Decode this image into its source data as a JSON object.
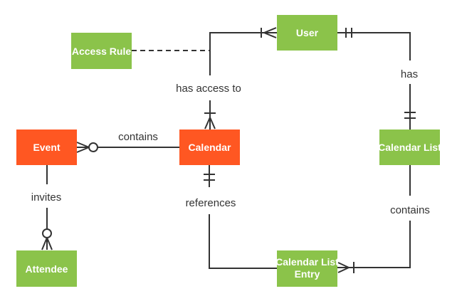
{
  "colors": {
    "entity_orange": "#FF5722",
    "entity_green": "#8BC34A",
    "line": "#333333",
    "label_text": "#333333",
    "entity_text": "#FFFFFF",
    "background": "#FFFFFF"
  },
  "entities": {
    "event": {
      "label": "Event"
    },
    "calendar": {
      "label": "Calendar"
    },
    "access_rule": {
      "label": "Access Rule"
    },
    "user": {
      "label": "User"
    },
    "calendar_list": {
      "label": "Calendar List"
    },
    "calendar_list_entry": {
      "label": "Calendar List Entry",
      "line1": "Calendar List",
      "line2": "Entry"
    },
    "attendee": {
      "label": "Attendee"
    }
  },
  "relationships": {
    "event_calendar": {
      "label": "contains"
    },
    "calendar_user": {
      "label": "has access to"
    },
    "user_calendar_list": {
      "label": "has"
    },
    "calendar_list_entry": {
      "label": "contains"
    },
    "calendar_references": {
      "label": "references"
    },
    "event_attendee": {
      "label": "invites"
    }
  }
}
